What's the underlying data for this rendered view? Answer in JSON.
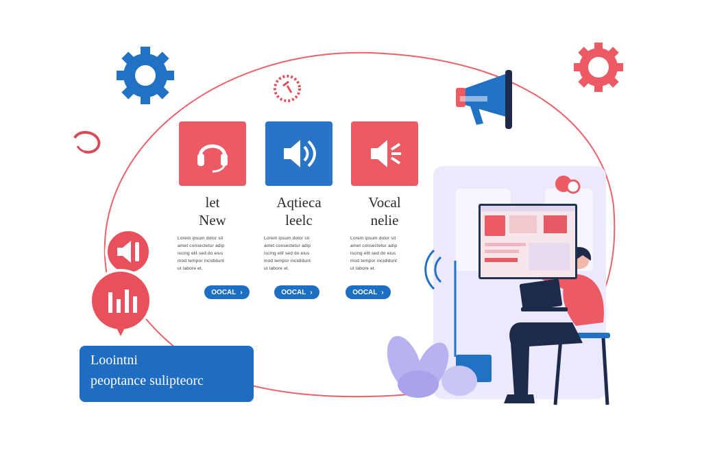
{
  "cards": [
    {
      "title_line1": "let",
      "title_line2": "New",
      "body": [
        "Lorem ipsum dolor sit",
        "amet consectetur adip",
        "iscing elit sed do eius",
        "mod tempor incididunt",
        "ut labore et."
      ],
      "button_label": "OOCAL",
      "tile_color": "#ec5a64",
      "icon": "headset-icon"
    },
    {
      "title_line1": "Aqtieca",
      "title_line2": "leelc",
      "body": [
        "Lorem ipsum dolor sit",
        "amet consectetur adip",
        "iscing elit sed do eius",
        "mod tempor incididunt",
        "ut labore et."
      ],
      "button_label": "OOCAL",
      "tile_color": "#2874c7",
      "icon": "speaker-icon"
    },
    {
      "title_line1": "Vocal",
      "title_line2": "nelie",
      "body": [
        "Lorem ipsum dolor sit",
        "amet consectetur adip",
        "iscing elit sed do eius",
        "mod tempor incididunt",
        "ut labore et."
      ],
      "button_label": "OOCAL",
      "tile_color": "#ec5a64",
      "icon": "volume-icon"
    }
  ],
  "info_box": {
    "line1": "Loointni",
    "line2": "peoptance sulipteorc"
  },
  "colors": {
    "accent_red": "#ec5a64",
    "accent_blue": "#1f6dc2",
    "navy": "#1e2a4a",
    "lavender": "#e9e7fb"
  },
  "decor_icons": [
    "gear-icon",
    "megaphone-icon",
    "chat-bubble-icon",
    "speaker-bubble-icon",
    "equalizer-bubble-icon",
    "sound-wave-icon",
    "plant-icon",
    "person-with-laptop"
  ]
}
